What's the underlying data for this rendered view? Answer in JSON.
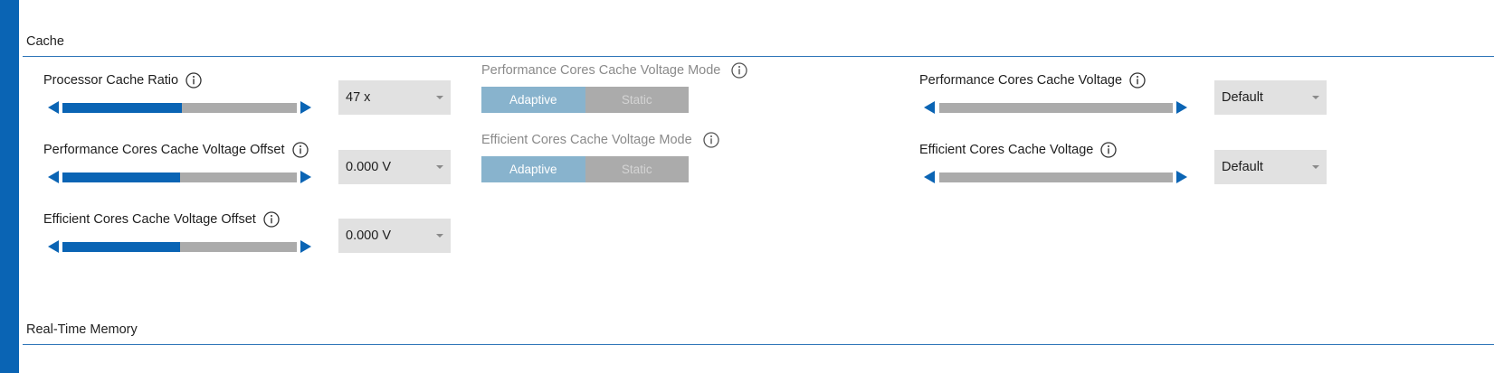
{
  "sections": {
    "cache_title": "Cache",
    "realtime_title": "Real-Time Memory"
  },
  "settings": {
    "processor_cache_ratio": {
      "label": "Processor Cache Ratio",
      "value": "47 x",
      "slider_fraction": 0.51
    },
    "p_cache_voltage_offset": {
      "label": "Performance Cores Cache Voltage Offset",
      "value": "0.000 V",
      "slider_fraction": 0.5
    },
    "e_cache_voltage_offset": {
      "label": "Efficient Cores Cache Voltage Offset",
      "value": "0.000 V",
      "slider_fraction": 0.5
    },
    "p_cache_voltage_mode": {
      "label": "Performance Cores Cache Voltage Mode",
      "options": [
        "Adaptive",
        "Static"
      ],
      "selected": "Adaptive"
    },
    "e_cache_voltage_mode": {
      "label": "Efficient Cores Cache Voltage Mode",
      "options": [
        "Adaptive",
        "Static"
      ],
      "selected": "Adaptive"
    },
    "p_cache_voltage": {
      "label": "Performance Cores Cache Voltage",
      "value": "Default",
      "slider_fraction": 0.0
    },
    "e_cache_voltage": {
      "label": "Efficient Cores Cache Voltage",
      "value": "Default",
      "slider_fraction": 0.0
    }
  },
  "icons": {
    "info": "info-icon",
    "slider_left": "arrow-left-icon",
    "slider_right": "arrow-right-icon",
    "dropdown": "chevron-down-icon"
  },
  "colors": {
    "accent": "#0a64b4",
    "track": "#ababab",
    "toggle_active": "#88b3cd",
    "dropdown_bg": "#e1e1e1"
  }
}
